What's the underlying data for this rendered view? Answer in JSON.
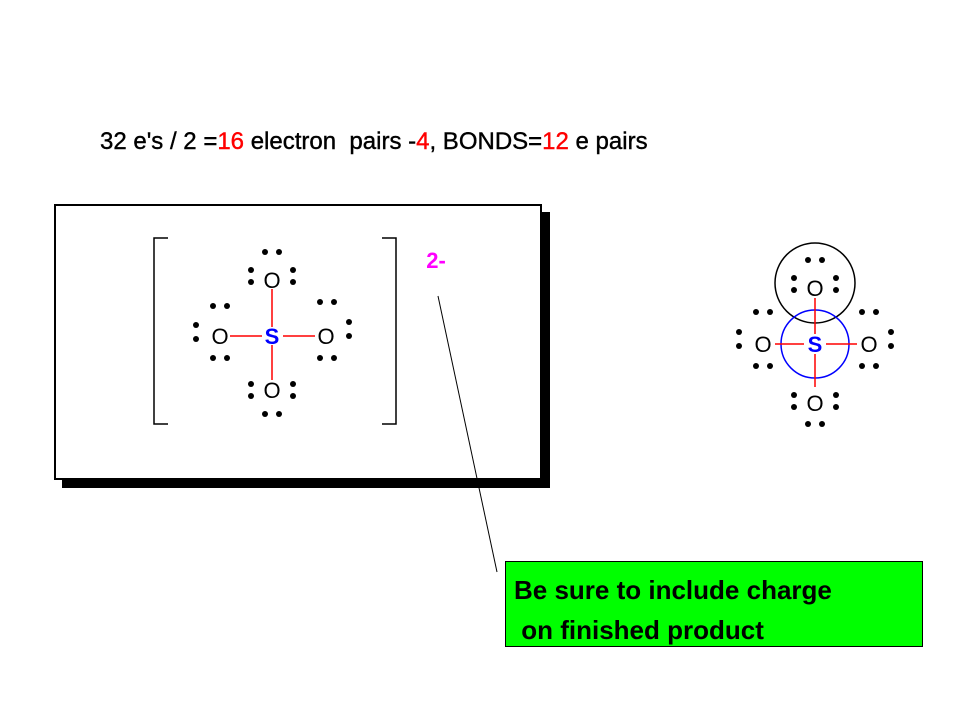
{
  "heading": {
    "p1": "32 e's / 2 =",
    "p2": "16",
    "p3": " electron  pairs -",
    "p4": "4",
    "p5": ", BONDS=",
    "p6": "12",
    "p7": " e pairs"
  },
  "left_structure": {
    "center": "S",
    "top": "O",
    "left": "O",
    "right": "O",
    "bottom": "O",
    "charge": "2-"
  },
  "right_structure": {
    "center": "S",
    "top": "O",
    "left": "O",
    "right": "O",
    "bottom": "O"
  },
  "note": {
    "line1": "Be sure to include charge",
    "line2": " on finished product"
  },
  "colors": {
    "atom_label": "#000000",
    "center_atom": "#0000ff",
    "bond": "#ff0000",
    "charge": "#ff00ff",
    "highlight_number": "#ff0000",
    "note_background": "#00ff00"
  }
}
